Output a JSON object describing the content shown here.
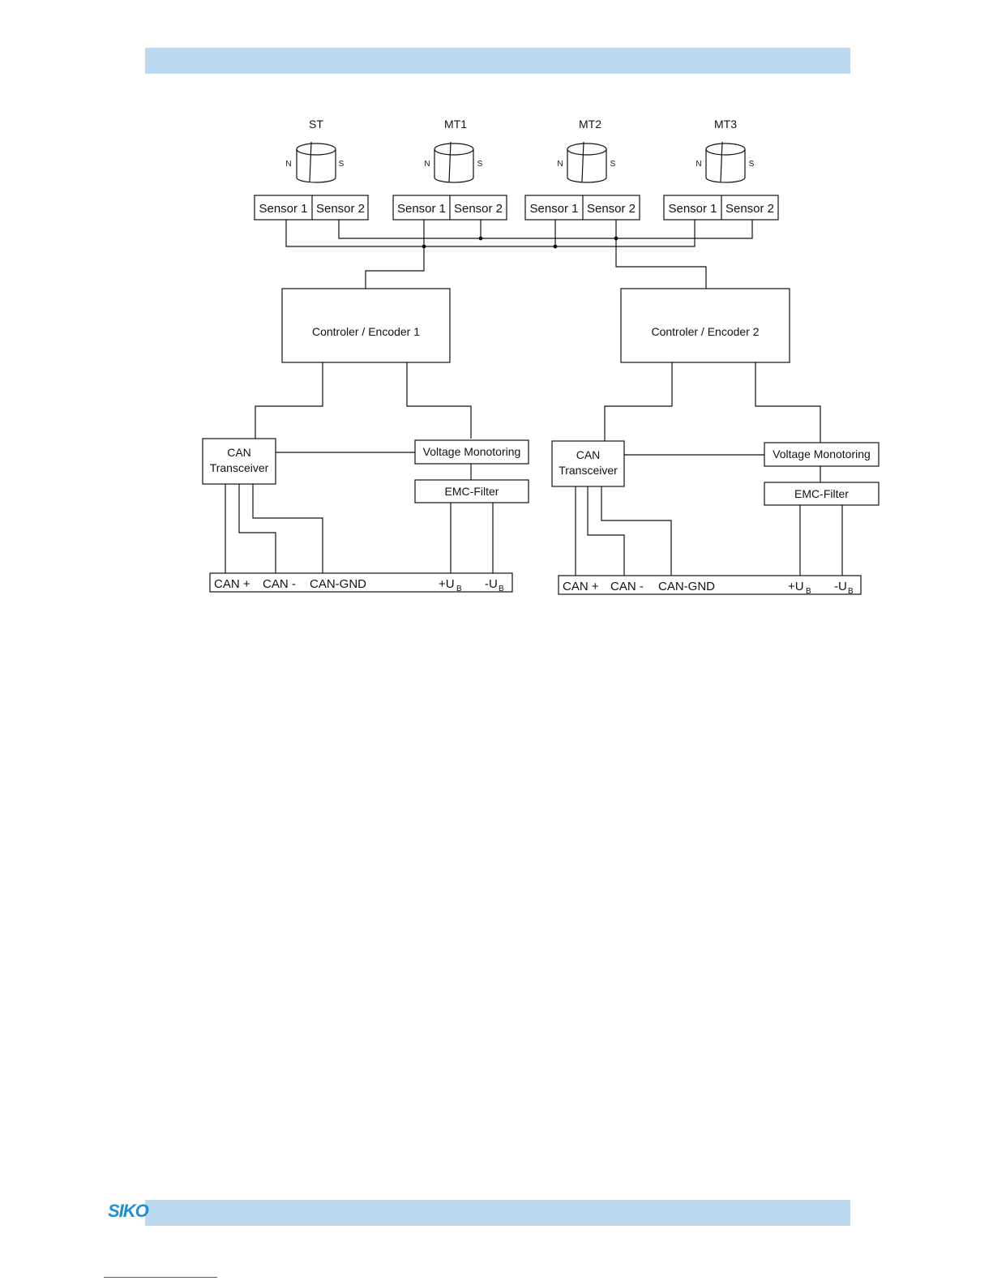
{
  "magnets": [
    {
      "label": "ST",
      "n": "N",
      "s": "S"
    },
    {
      "label": "MT1",
      "n": "N",
      "s": "S"
    },
    {
      "label": "MT2",
      "n": "N",
      "s": "S"
    },
    {
      "label": "MT3",
      "n": "N",
      "s": "S"
    }
  ],
  "sensor_labels": [
    "Sensor 1",
    "Sensor 2"
  ],
  "encoders": [
    {
      "controller": "Controler / Encoder 1",
      "can_transceiver": [
        "CAN",
        "Transceiver"
      ],
      "voltage_monitoring": "Voltage Monotoring",
      "emc_filter": "EMC-Filter",
      "terminals": {
        "can_plus": "CAN +",
        "can_minus": "CAN -",
        "can_gnd": "CAN-GND",
        "ub_plus": "+U",
        "ub_minus": "-U",
        "ub_sub": "B"
      }
    },
    {
      "controller": "Controler / Encoder 2",
      "can_transceiver": [
        "CAN",
        "Transceiver"
      ],
      "voltage_monitoring": "Voltage Monotoring",
      "emc_filter": "EMC-Filter",
      "terminals": {
        "can_plus": "CAN +",
        "can_minus": "CAN -",
        "can_gnd": "CAN-GND",
        "ub_plus": "+U",
        "ub_minus": "-U",
        "ub_sub": "B"
      }
    }
  ],
  "logo_text": "SIKO",
  "colors": {
    "band": "#bdd9f0",
    "logo": "#1f8fd4",
    "line": "#111111"
  }
}
